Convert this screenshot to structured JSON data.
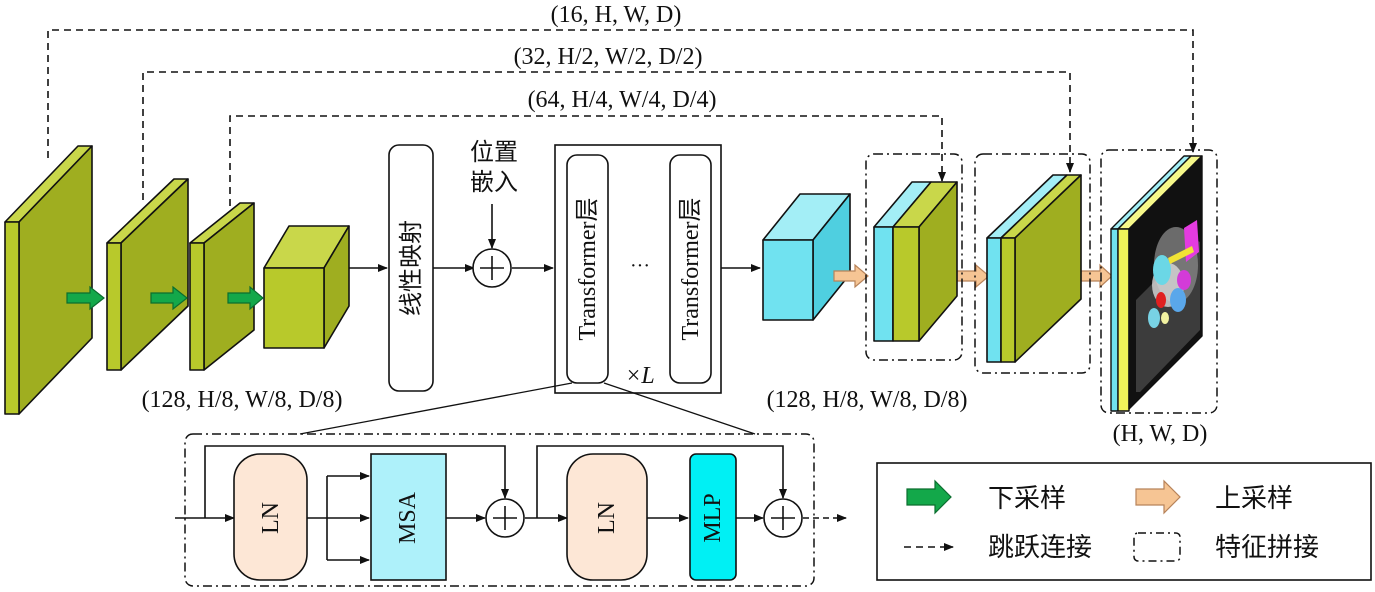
{
  "skip_labels": {
    "top": "(16, H, W, D)",
    "middle": "(32, H/2, W/2, D/2)",
    "inner": "(64, H/4, W/4, D/4)"
  },
  "encoder": {
    "bottom_label": "(128, H/8, W/8, D/8)",
    "linear_projection": "线性映射",
    "position_embedding_line1": "位置",
    "position_embedding_line2": "嵌入"
  },
  "transformer": {
    "layer_label": "Transformer层",
    "ellipsis": "···",
    "repeat_label": "×L"
  },
  "decoder": {
    "bottom_label": "(128, H/8, W/8, D/8)",
    "output_label": "(H, W, D)"
  },
  "transformer_block": {
    "ln1": "LN",
    "msa": "MSA",
    "ln2": "LN",
    "mlp": "MLP",
    "colors": {
      "ln": "#fde7d6",
      "msa": "#aef1fa",
      "mlp": "#00f0f4"
    }
  },
  "legend": {
    "downsample": "下采样",
    "upsample": "上采样",
    "skip_connection": "跳跃连接",
    "feature_concat": "特征拼接"
  },
  "colors": {
    "encoder_block": "#b8c92b",
    "decoder_block": "#70e2f0",
    "downsample_arrow": "#13a84a",
    "upsample_arrow": "#f6c594",
    "output_stripe": "#f0f35a"
  }
}
